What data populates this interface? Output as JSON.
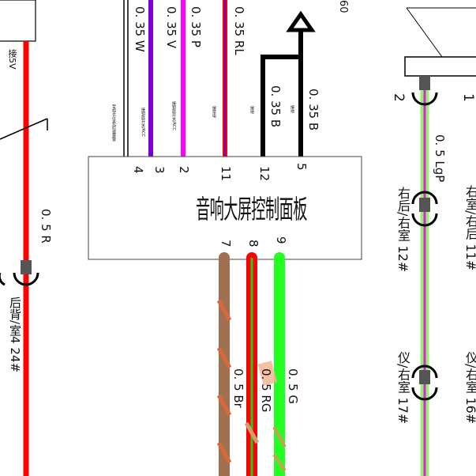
{
  "module": {
    "title": "音响大屏控制面板",
    "pins": {
      "p4": "4",
      "p3": "3",
      "p2": "2",
      "p11": "11",
      "p12": "12",
      "p5": "5",
      "p7": "7",
      "p8": "8",
      "p9": "9"
    }
  },
  "top_wires": {
    "w035W": "0. 35 W",
    "w035V": "0. 35 V",
    "w035P": "0. 35 P",
    "w035RL": "0. 35 RL",
    "w035B_a": "0. 35 B",
    "w035B_b": "0. 35 B"
  },
  "tiny_labels": {
    "t1": "至组合仪表/防盗报警",
    "t2": "接钥匙开关/ACC",
    "t3": "接常电",
    "t4": "接地",
    "t5": "接地"
  },
  "bottom_wires": {
    "br": "0. 5 Br",
    "rg": "0. 5 RG",
    "g": "0. 5 G"
  },
  "left": {
    "wire_label": "0. 5 R",
    "connector_label": "后背/室4 24#",
    "top_label": "接5V",
    "corner_text": "09"
  },
  "right": {
    "n2": "2",
    "n1": "1",
    "wire_label": "0. 5 LgP",
    "label_12": "右后/右室 12#",
    "label_11": "右室/右后 11#",
    "label_17": "仪/右室 17#",
    "label_16": "仪/右室 16#"
  },
  "colors": {
    "red": "#ff0000",
    "purple": "#7a00d0",
    "magenta": "#ff00ff",
    "brown": "#a07050",
    "green": "#22ff22",
    "lightgreen": "#99f070",
    "black": "#000000"
  }
}
